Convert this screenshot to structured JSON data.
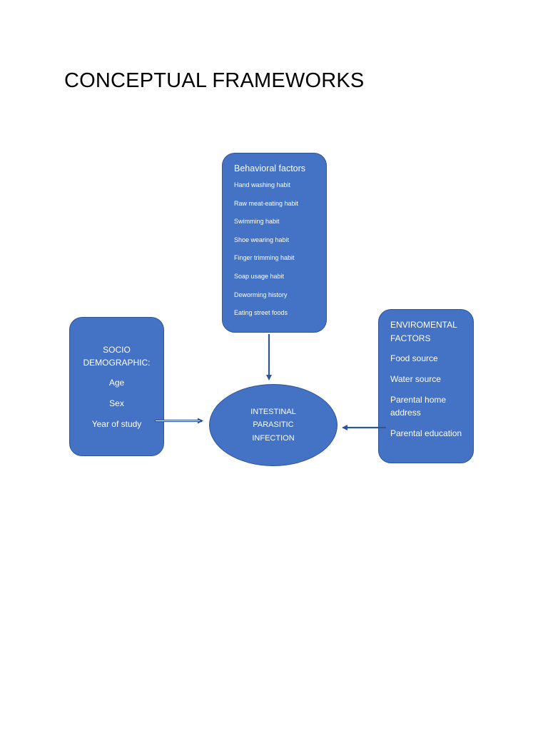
{
  "title": "CONCEPTUAL FRAMEWORKS",
  "behavioral": {
    "title": "Behavioral factors",
    "items": [
      "Hand washing habit",
      "Raw meat-eating habit",
      "Swimming habit",
      "Shoe wearing habit",
      "Finger trimming habit",
      "Soap usage habit",
      "Deworming history",
      "Eating street foods"
    ]
  },
  "socio": {
    "title": "SOCIO DEMOGRAPHIC:",
    "items": [
      "Age",
      "Sex",
      "Year of study"
    ]
  },
  "environmental": {
    "title": "ENVIROMENTAL FACTORS",
    "items": [
      "Food source",
      "Water source",
      "Parental home address",
      "Parental education"
    ]
  },
  "outcome": {
    "label": "INTESTINAL PARASITIC INFECTION"
  },
  "colors": {
    "box_fill": "#4472c4",
    "box_border": "#2f5597",
    "text": "#ffffff",
    "arrow": "#2f5597"
  }
}
